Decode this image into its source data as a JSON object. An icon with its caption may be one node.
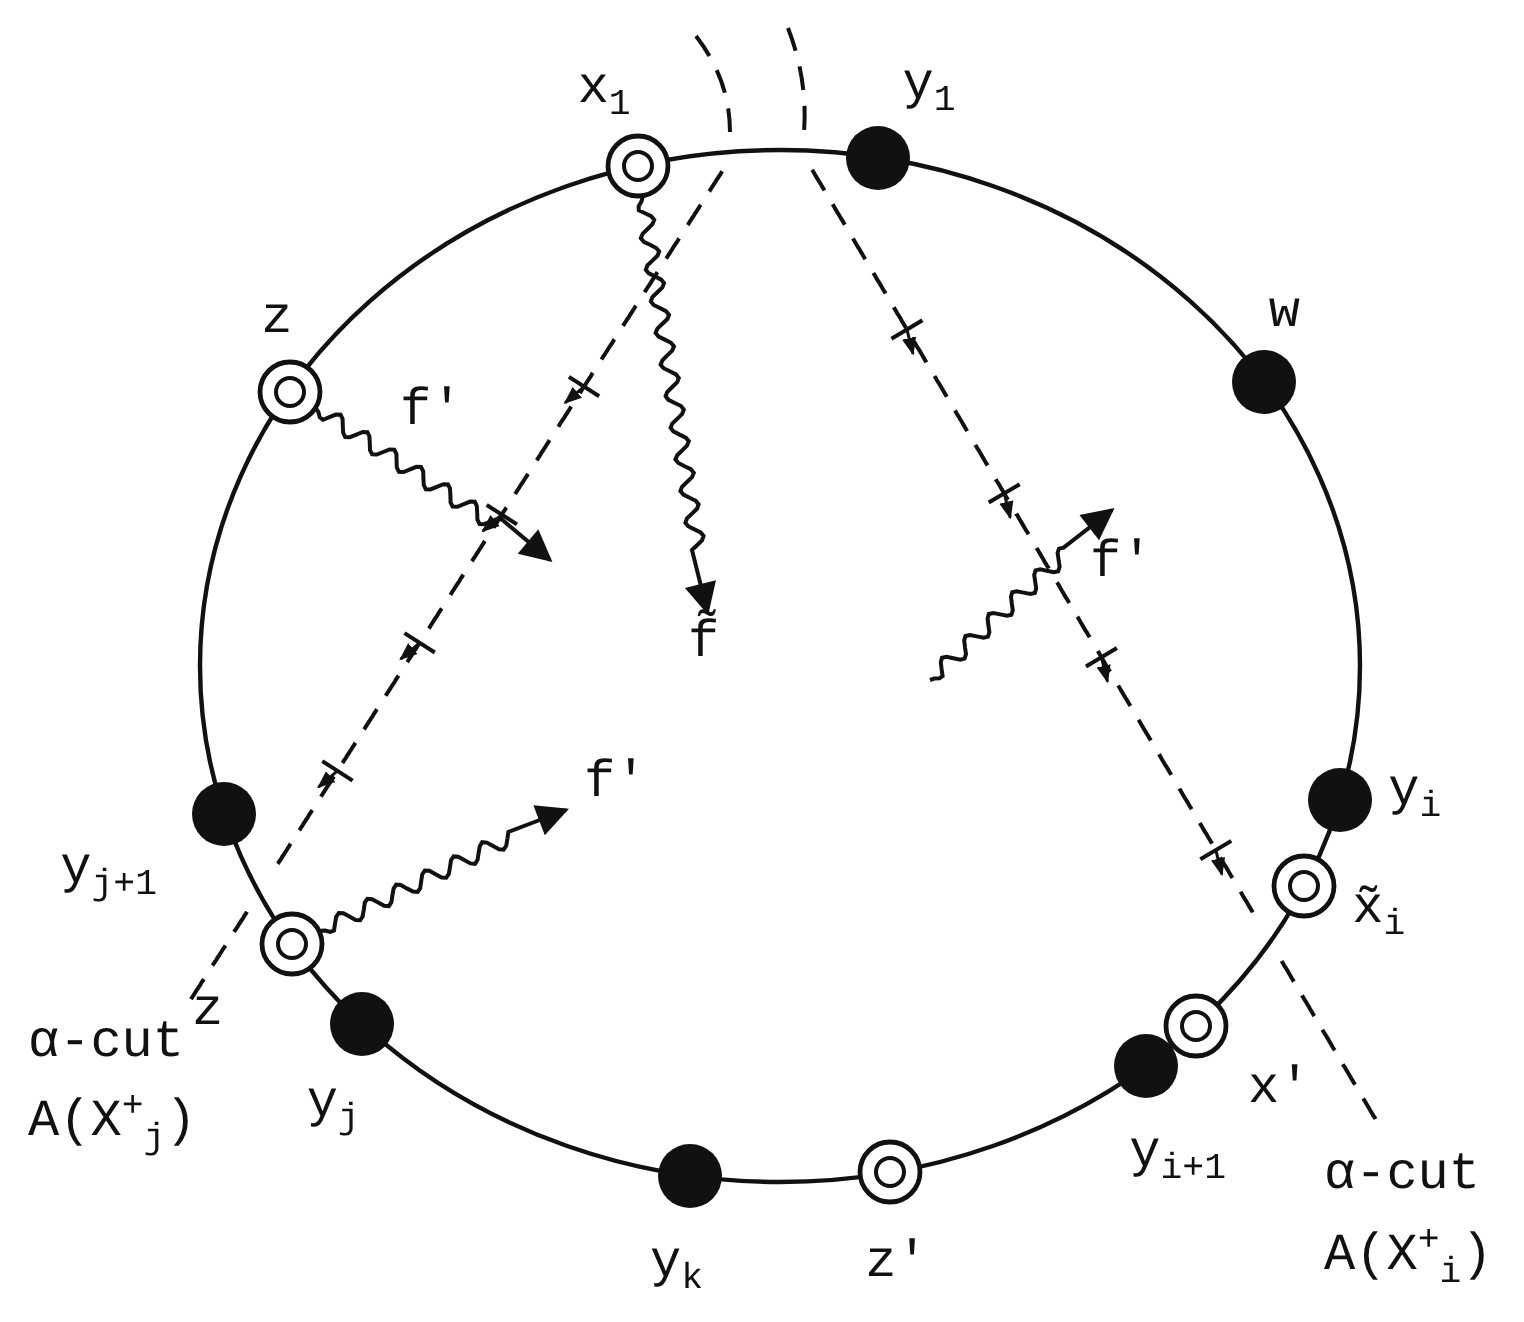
{
  "diagram": {
    "nodes": [
      {
        "text": [],
        "shape": "ring",
        "beside": [
          "x$_{1}$"
        ]
      },
      {
        "text": [],
        "shape": "dot",
        "beside": [
          "y$_{1}$"
        ]
      },
      {
        "text": [],
        "shape": "ring",
        "beside": [
          "z"
        ]
      },
      {
        "text": [],
        "shape": "dot",
        "beside": [
          "w"
        ]
      },
      {
        "text": [
          "f̃"
        ]
      },
      {
        "text": [],
        "shape": "dot",
        "beside": [
          "y$_{i}$"
        ]
      },
      {
        "text": [],
        "shape": "dot",
        "beside": [
          "y$_{j+1}$"
        ]
      },
      {
        "text": [],
        "shape": "ring",
        "beside": [
          "z"
        ]
      },
      {
        "text": [],
        "shape": "ring",
        "beside": [
          "x̃$_{i}$"
        ]
      },
      {
        "text": [],
        "shape": "dot",
        "beside": [
          "y$_{j}$"
        ]
      },
      {
        "text": [],
        "shape": "ring",
        "beside": [
          "x'"
        ]
      },
      {
        "text": [],
        "shape": "dot",
        "beside": [
          "y$_{i+1}$"
        ]
      },
      {
        "text": [],
        "shape": "dot",
        "beside": [
          "y$_{k}$"
        ]
      },
      {
        "text": [],
        "shape": "ring",
        "beside": [
          "z'"
        ]
      }
    ],
    "edges": [
      {
        "from": 0,
        "to": 4,
        "arrow": "to"
      },
      {
        "from": 2,
        "to": null,
        "arrow": "to",
        "label": "f'"
      },
      {
        "from": 7,
        "to": null,
        "arrow": "to",
        "label": "f'"
      }
    ],
    "labels": [
      "f'",
      "α-cut",
      "A(X$^{+}$$_{j}$)",
      "α-cut",
      "A(X$^{+}$$_{i}$)"
    ]
  }
}
